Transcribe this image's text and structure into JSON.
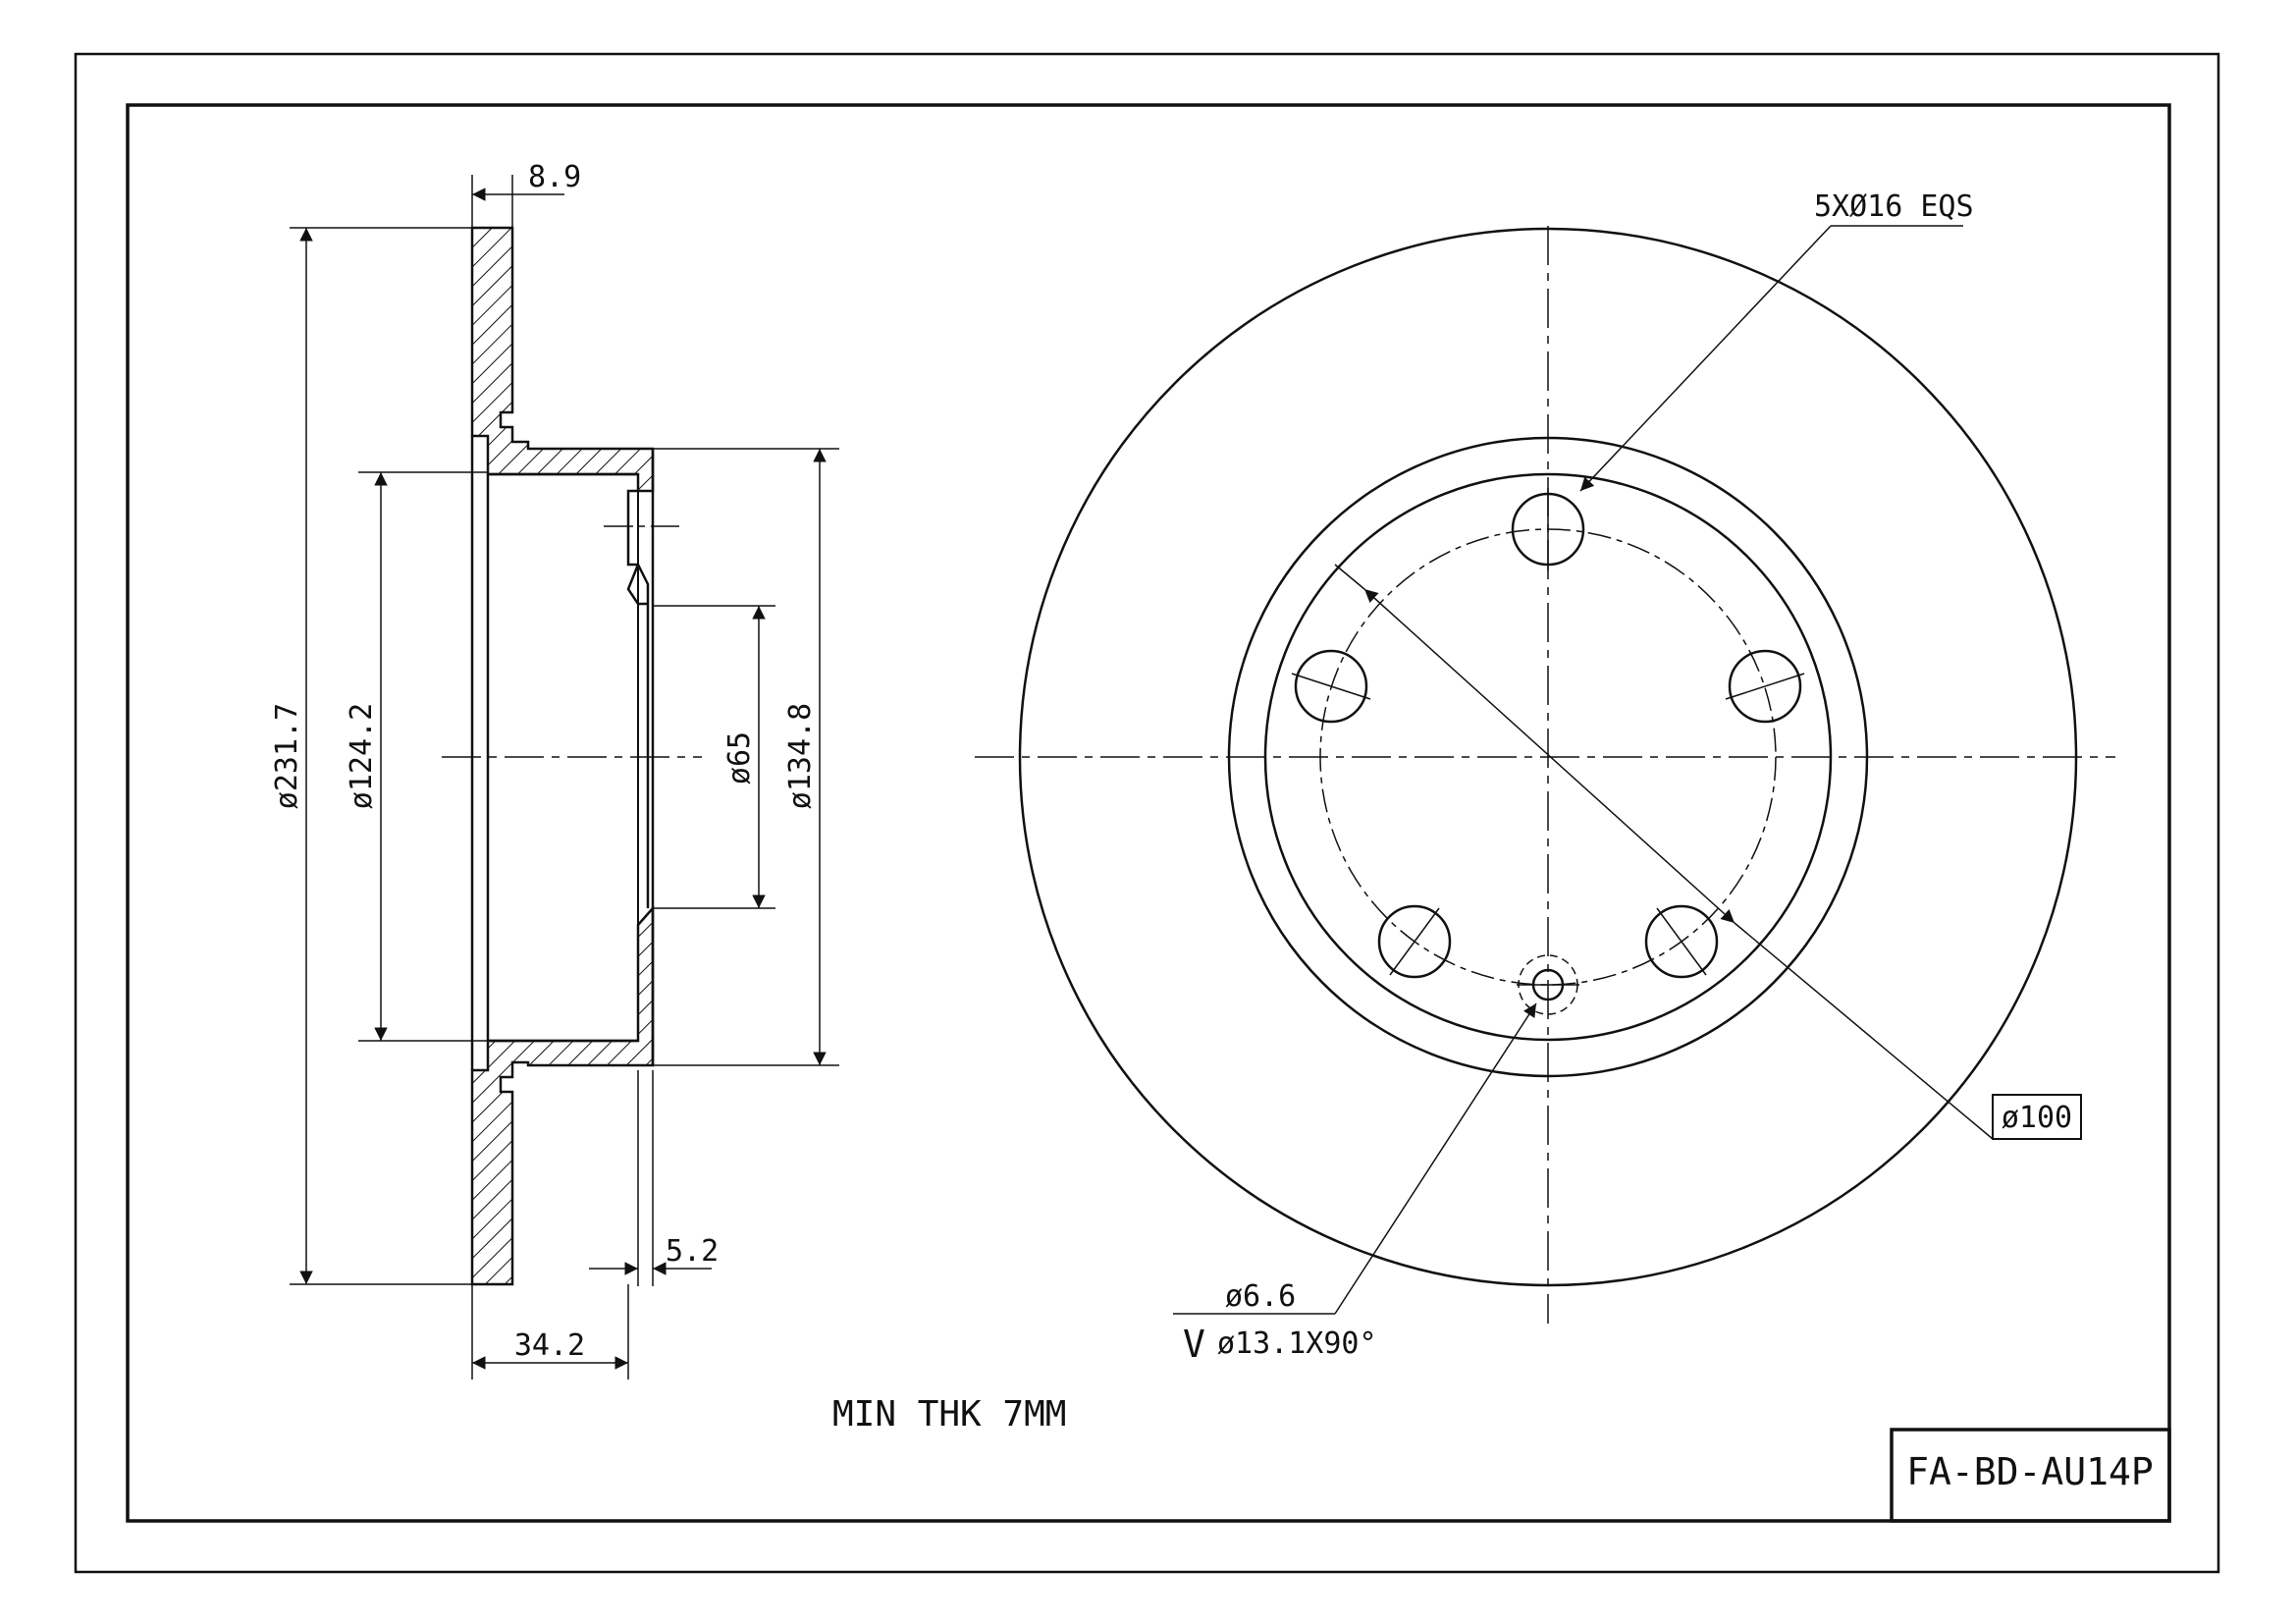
{
  "title_block": {
    "part_number": "FA-BD-AU14P"
  },
  "notes": {
    "min_thickness": "MIN THK 7MM"
  },
  "section_view": {
    "dims": {
      "disc_thickness": "8.9",
      "outer_diameter": "ø231.7",
      "inner_diameter": "ø124.2",
      "center_bore": "ø65",
      "hat_diameter": "ø134.8",
      "hat_wall": "5.2",
      "offset_depth": "34.2"
    }
  },
  "front_view": {
    "bolt_holes": "5XØ16 EQS",
    "pitch_circle": "ø100",
    "small_hole": "ø6.6",
    "countersink": "ø13.1X90°",
    "countersink_symbol": "V"
  },
  "colors": {
    "line": "#111111",
    "background": "#ffffff"
  }
}
